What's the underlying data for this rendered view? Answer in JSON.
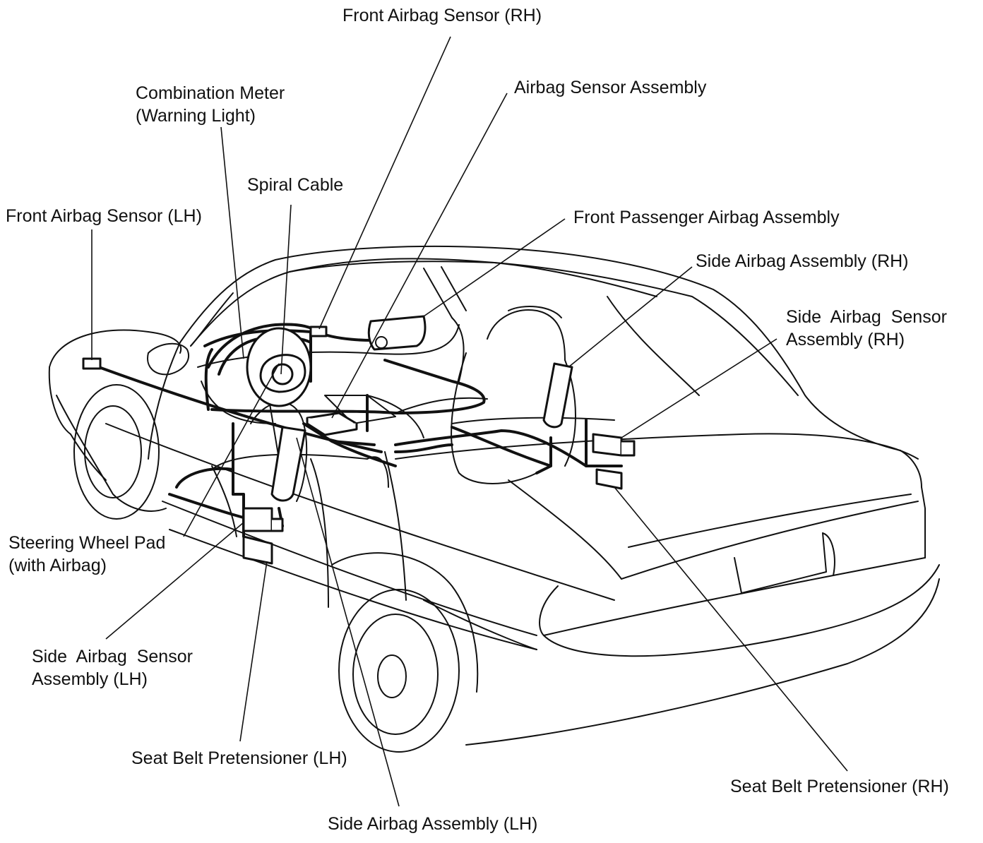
{
  "labels": {
    "front_airbag_sensor_rh": "Front Airbag Sensor (RH)",
    "combination_meter_1": "Combination Meter",
    "combination_meter_2": "(Warning Light)",
    "airbag_sensor_assembly": "Airbag Sensor Assembly",
    "spiral_cable": "Spiral Cable",
    "front_airbag_sensor_lh": "Front Airbag Sensor (LH)",
    "front_passenger_airbag_assembly": "Front Passenger Airbag Assembly",
    "side_airbag_assembly_rh": "Side Airbag Assembly (RH)",
    "side_airbag_sensor_rh_1": "Side  Airbag  Sensor",
    "side_airbag_sensor_rh_2": "Assembly (RH)",
    "steering_wheel_pad_1": "Steering Wheel Pad",
    "steering_wheel_pad_2": "(with Airbag)",
    "side_airbag_sensor_lh_1": "Side  Airbag  Sensor",
    "side_airbag_sensor_lh_2": "Assembly (LH)",
    "seat_belt_pretensioner_lh": "Seat Belt Pretensioner (LH)",
    "seat_belt_pretensioner_rh": "Seat Belt Pretensioner (RH)",
    "side_airbag_assembly_lh": "Side Airbag Assembly (LH)"
  }
}
